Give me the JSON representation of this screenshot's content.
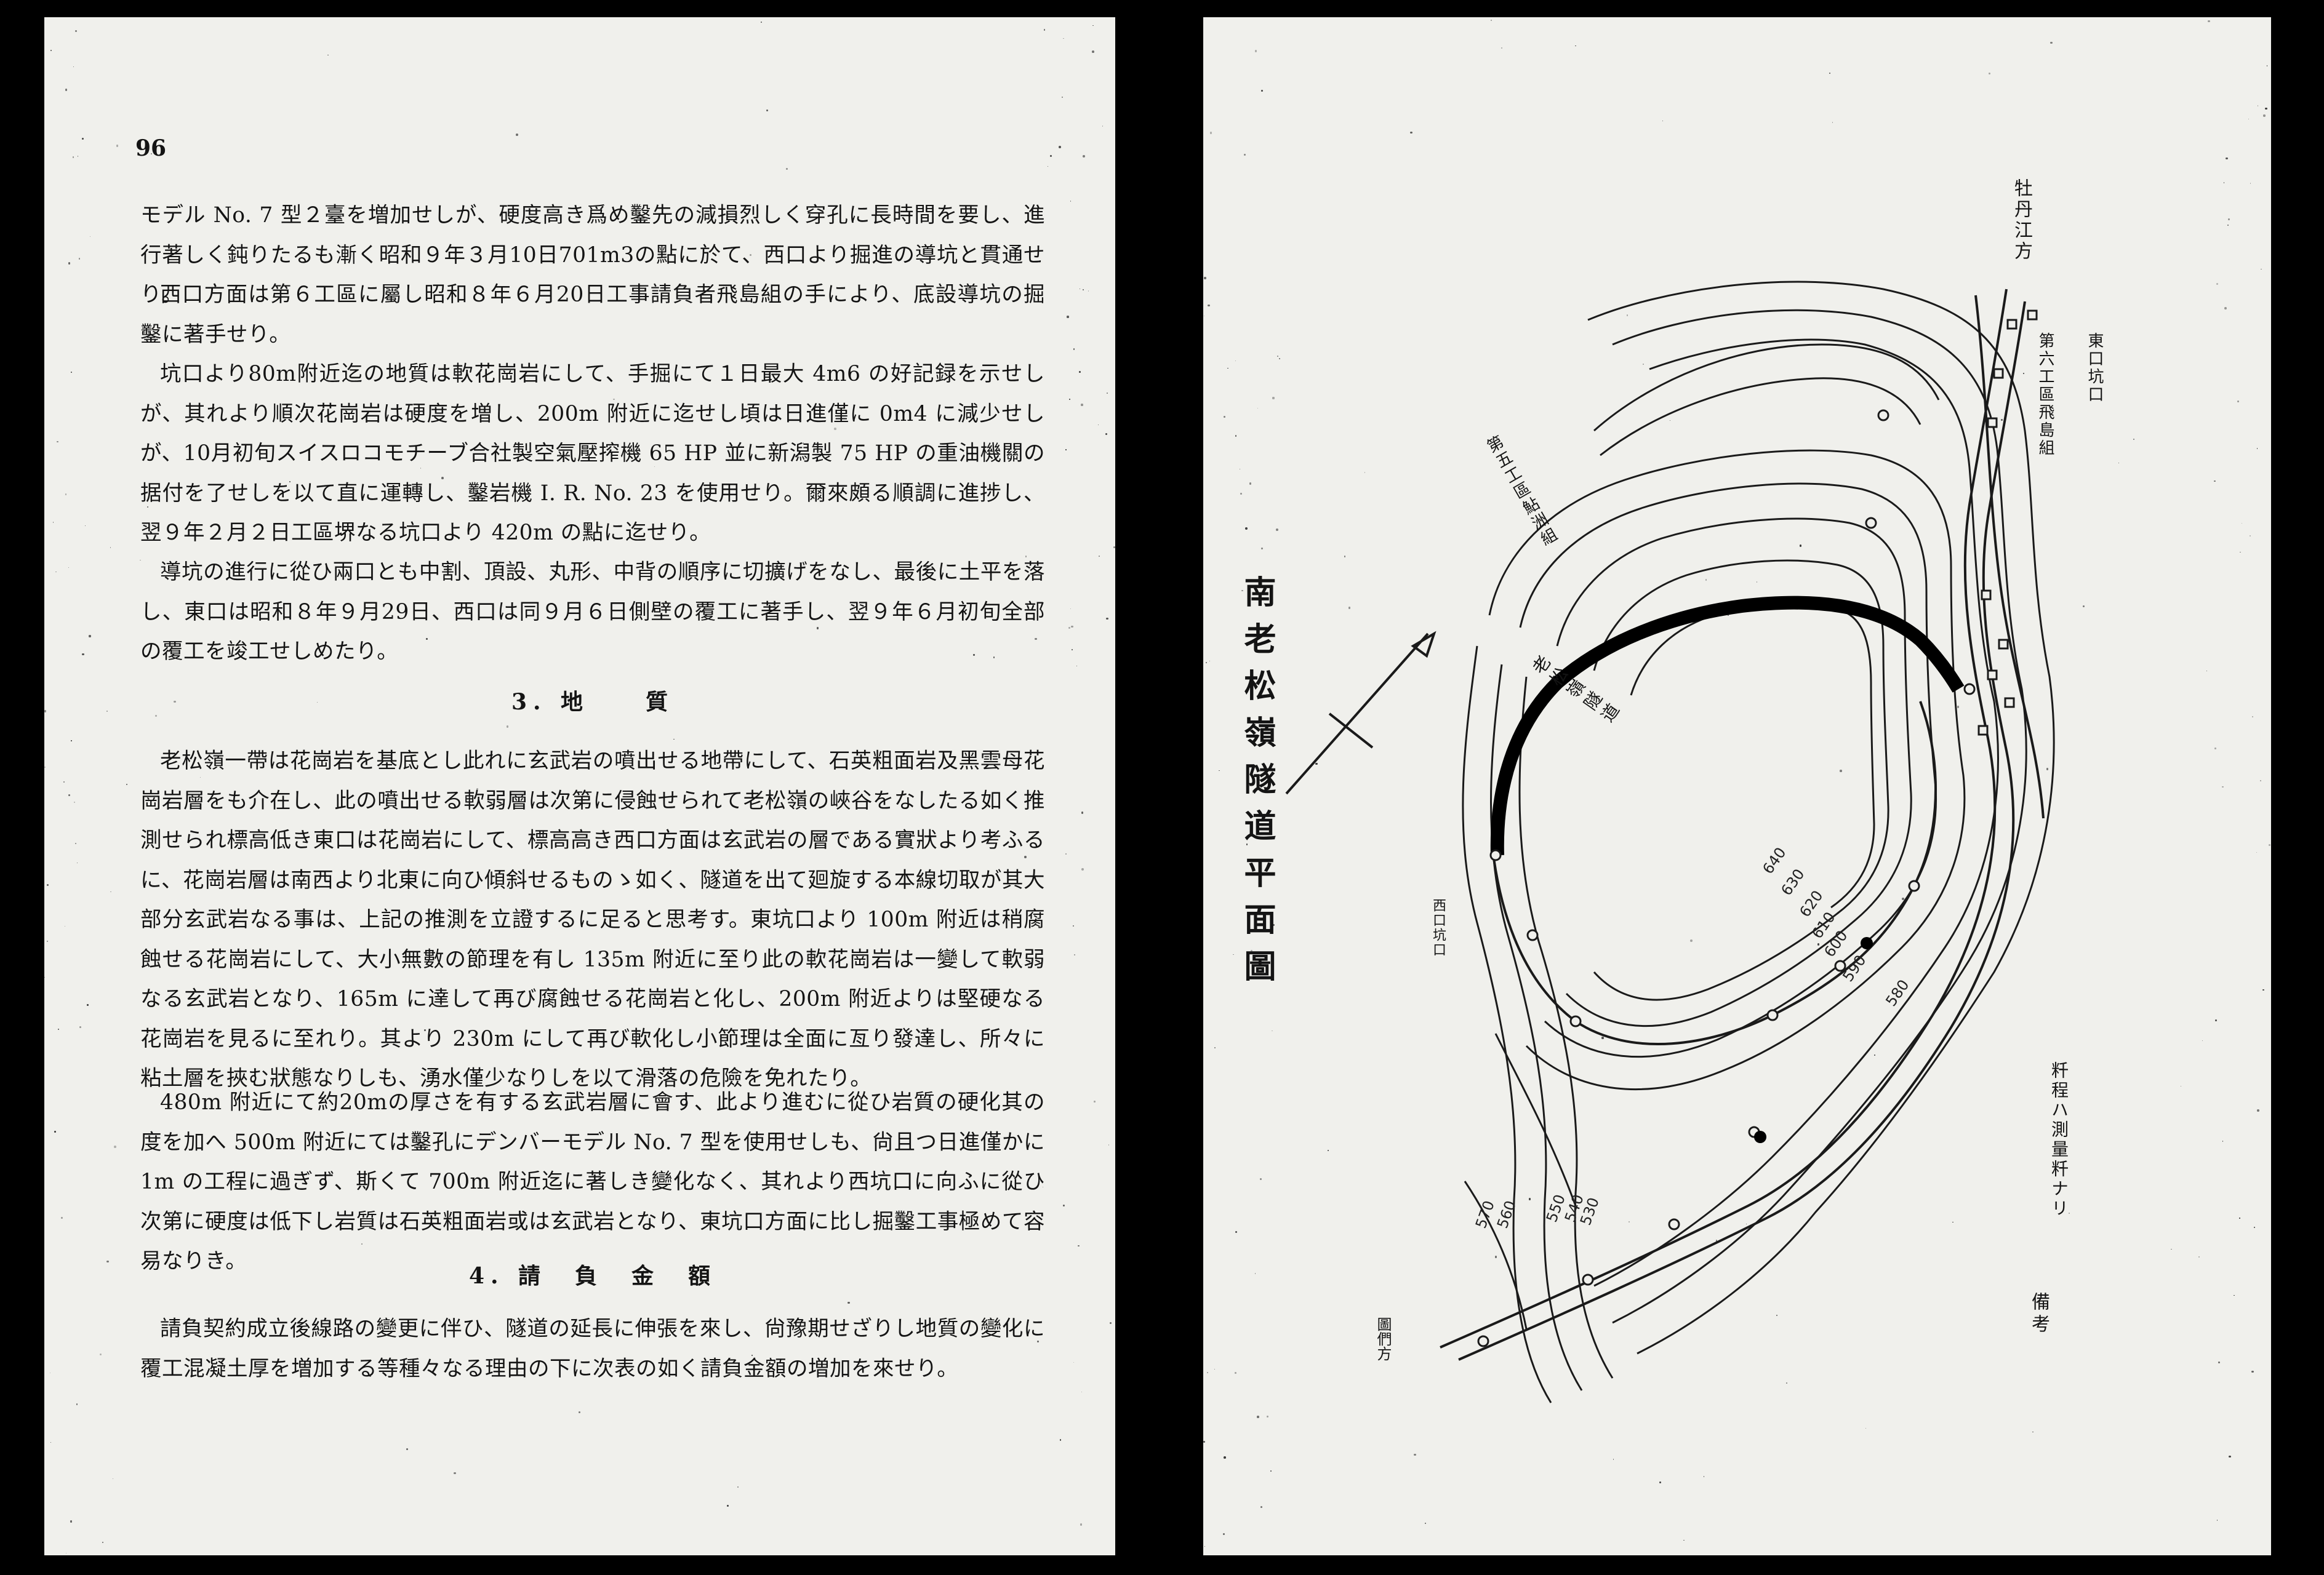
{
  "left_page": {
    "page_number": "96",
    "paragraphs": [
      "モデル No. 7 型２臺を増加せしが、硬度高き爲め鑿先の減損烈しく穿孔に長時間を要し、進行著しく鈍りたるも漸く昭和９年３月10日701m3の點に於て、西口より掘進の導坑と貫通せり。",
      "西口方面は第６工區に屬し昭和８年６月20日工事請負者飛島組の手により、底設導坑の掘鑿に著手せり。",
      "坑口より80m附近迄の地質は軟花崗岩にして、手掘にて１日最大 4m6 の好記録を示せしが、其れより順次花崗岩は硬度を増し、200m 附近に迄せし頃は日進僅に 0m4 に減少せしが、10月初旬スイスロコモチーブ合社製空氣壓搾機 65 HP 並に新潟製 75 HP の重油機關の据付を了せしを以て直に運轉し、鑿岩機 I. R. No. 23 を使用せり。爾來頗る順調に進捗し、翌９年２月２日工區堺なる坑口より 420m の點に迄せり。",
      "導坑の進行に從ひ兩口とも中割、頂設、丸形、中背の順序に切擴げをなし、最後に土平を落し、東口は昭和８年９月29日、西口は同９月６日側壁の覆工に著手し、翌９年６月初旬全部の覆工を竣工せしめたり。"
    ],
    "section3_heading": "3. 地　　質",
    "section3_paragraphs": [
      "老松嶺一帶は花崗岩を基底とし此れに玄武岩の噴出せる地帶にして、石英粗面岩及黑雲母花崗岩層をも介在し、此の噴出せる軟弱層は次第に侵蝕せられて老松嶺の峽谷をなしたる如く推測せられ標高低き東口は花崗岩にして、標高高き西口方面は玄武岩の層である實狀より考ふるに、花崗岩層は南西より北東に向ひ傾斜せるものゝ如く、隧道を出て廻旋する本線切取が其大部分玄武岩なる事は、上記の推測を立證するに足ると思考す。東坑口より 100m 附近は稍腐蝕せる花崗岩にして、大小無數の節理を有し 135m 附近に至り此の軟花崗岩は一變して軟弱なる玄武岩となり、165m に達して再び腐蝕せる花崗岩と化し、200m 附近よりは堅硬なる花崗岩を見るに至れり。其より 230m にして再び軟化し小節理は全面に亙り發達し、所々に粘土層を挾む狀態なりしも、湧水僅少なりしを以て滑落の危險を免れたり。",
      "480m 附近にて約20mの厚さを有する玄武岩層に會す、此より進むに從ひ岩質の硬化其の度を加へ 500m 附近にては鑿孔にデンバーモデル No. 7 型を使用せしも、尙且つ日進僅かに 1m の工程に過ぎず、斯くて 700m 附近迄に著しき變化なく、其れより西坑口に向ふに從ひ次第に硬度は低下し岩質は石英粗面岩或は玄武岩となり、東坑口方面に比し掘鑿工事極めて容易なりき。"
    ],
    "section4_heading": "4. 請　負　金　額",
    "section4_paragraphs": [
      "請負契約成立後線路の變更に伴ひ、隧道の延長に伸張を來し、尙豫期せざりし地質の變化に覆工混凝土厚を増加する等種々なる理由の下に次表の如く請負金額の増加を來せり。"
    ]
  },
  "right_page": {
    "map_title": "南老松嶺隧道平面圖",
    "remark_label": "備考",
    "remark_text": "粁程ハ測量粁ナリ",
    "direction_label_top": "牡丹江方",
    "direction_label_bottom": "圖們方",
    "label_east_work": "第五工區鮎洲組",
    "label_west_work": "第六工區飛島組",
    "label_east_portal": "東口坑口",
    "label_west_portal": "西口坑口",
    "contour_labels": [
      "640",
      "630",
      "620",
      "610",
      "600",
      "590",
      "580",
      "570",
      "560",
      "550",
      "540",
      "530"
    ],
    "tunnel_label": "老松嶺隧道"
  }
}
